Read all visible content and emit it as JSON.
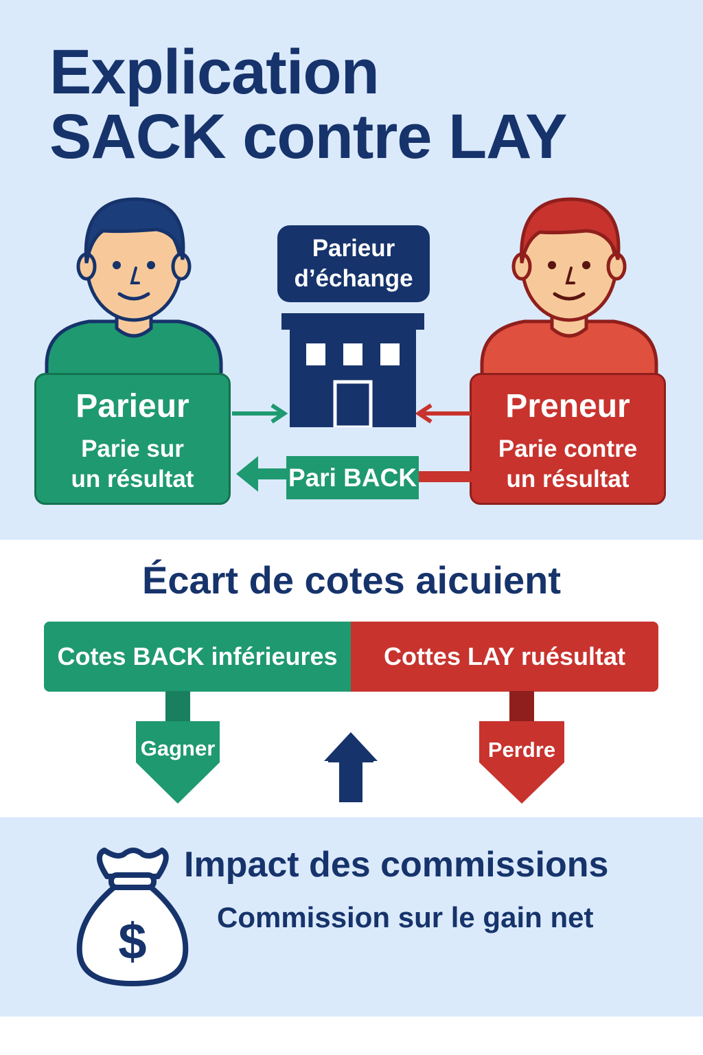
{
  "title": {
    "line1": "Explication",
    "line2": "SACK contre LAY"
  },
  "exchange": {
    "line1": "Parieur",
    "line2": "d’échange"
  },
  "bettor": {
    "title": "Parieur",
    "desc_line1": "Parie sur",
    "desc_line2": "un résultat"
  },
  "layer": {
    "title": "Preneur",
    "desc_line1": "Parie contre",
    "desc_line2": "un résultat"
  },
  "back_bet_label": "Pari BACK",
  "spread": {
    "title": "Écart de cotes  aicuient",
    "back_odds": "Cotes BACK inférieures",
    "lay_odds": "Cottes LAY ruésultat",
    "win": "Gagner",
    "lose": "Perdre"
  },
  "commission": {
    "title": "Impact des commissions",
    "desc": "Commission sur le gain net",
    "icon": "money-bag-icon",
    "symbol": "$"
  },
  "colors": {
    "navy": "#16336b",
    "green": "#1f9970",
    "red": "#c8332e",
    "light_blue": "#dbeafb"
  }
}
